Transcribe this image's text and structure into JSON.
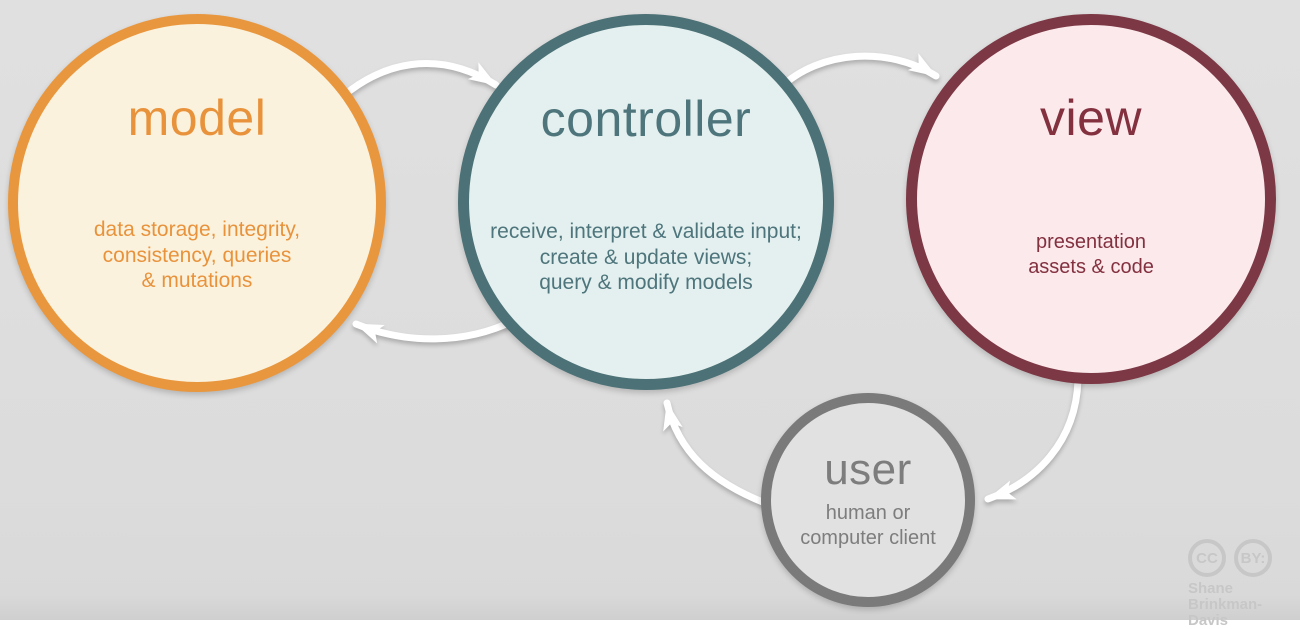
{
  "background_color": "#dcdcdc",
  "arrow_color": "#ffffff",
  "nodes": {
    "model": {
      "title": "model",
      "description": [
        "data storage, integrity,",
        "consistency, queries",
        "& mutations"
      ],
      "border_color": "#e8973e",
      "fill_color": "#fbf2de",
      "text_color": "#e8933c"
    },
    "controller": {
      "title": "controller",
      "description": [
        "receive, interpret & validate input;",
        "create & update views;",
        "query & modify models"
      ],
      "border_color": "#4c7176",
      "fill_color": "#e3f0ef",
      "text_color": "#4e757c"
    },
    "view": {
      "title": "view",
      "description": [
        "presentation",
        "assets & code"
      ],
      "border_color": "#7c3844",
      "fill_color": "#fbe9eb",
      "text_color": "#83303f"
    },
    "user": {
      "title": "user",
      "description": [
        "human or",
        "computer client"
      ],
      "border_color": "#7a7a7a",
      "fill_color": "#e1e1e1",
      "text_color": "#7d7d7d"
    }
  },
  "arrows": [
    {
      "name": "model-to-controller"
    },
    {
      "name": "controller-to-view"
    },
    {
      "name": "controller-to-model"
    },
    {
      "name": "view-to-user"
    },
    {
      "name": "user-to-controller"
    }
  ],
  "attribution": {
    "cc_icon": "CC",
    "by_icon": "BY:",
    "name_line1": "Shane",
    "name_line2": "Brinkman-Davis",
    "color": "#c7c7c7"
  }
}
